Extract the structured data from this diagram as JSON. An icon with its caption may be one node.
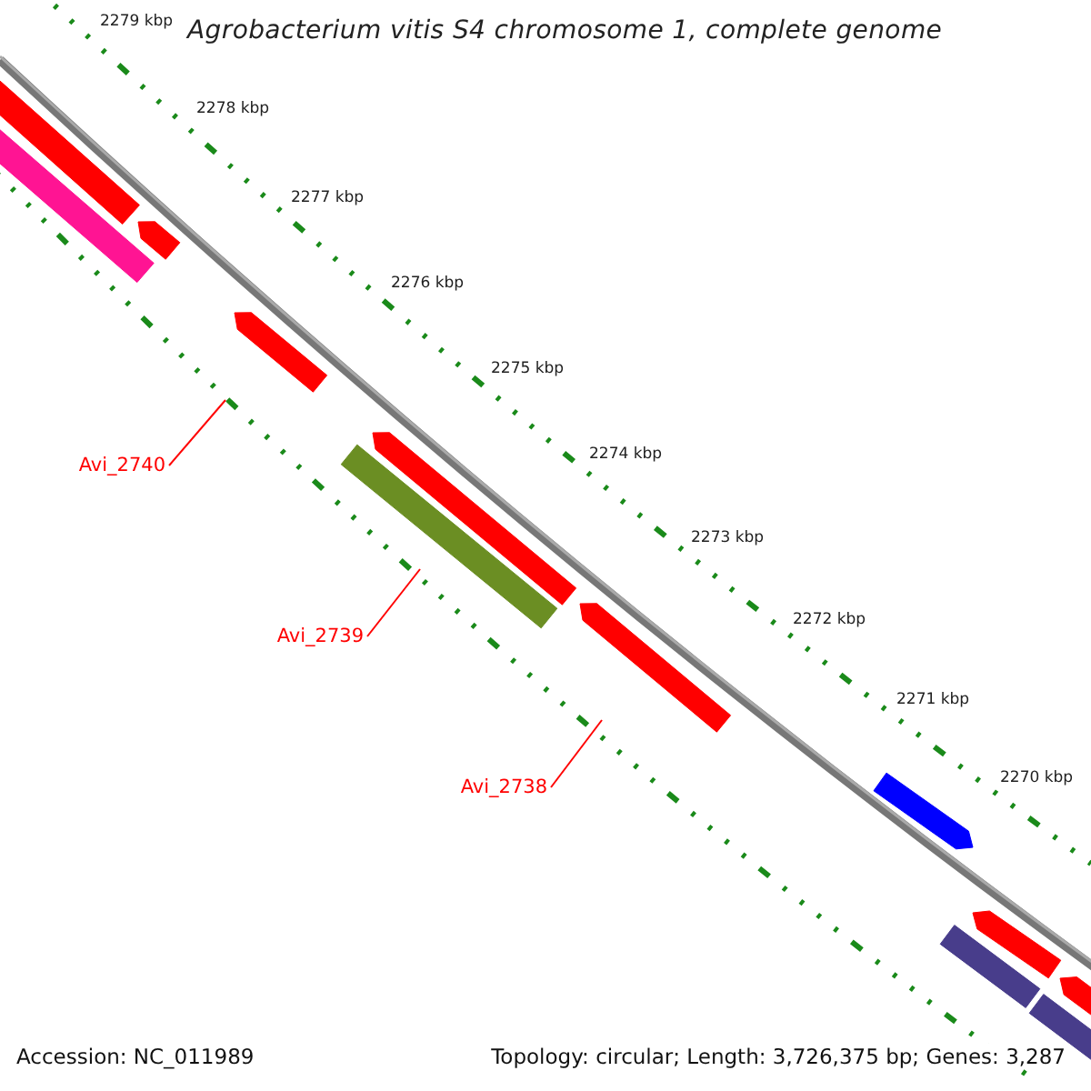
{
  "diagram": {
    "title": "Agrobacterium vitis S4 chromosome 1, complete genome",
    "nodes": [
      {
        "text": [
          "Avi_2740"
        ]
      },
      {
        "text": [
          "Avi_2739"
        ]
      },
      {
        "text": [
          "Avi_2738"
        ]
      }
    ],
    "edges": [
      {
        "from": 0,
        "to": null,
        "arrow": "none"
      },
      {
        "from": 1,
        "to": null,
        "arrow": "none"
      },
      {
        "from": 2,
        "to": null,
        "arrow": "none"
      }
    ],
    "labels": [
      "2279 kbp",
      "2278 kbp",
      "2277 kbp",
      "2276 kbp",
      "2275 kbp",
      "2274 kbp",
      "2273 kbp",
      "2272 kbp",
      "2271 kbp",
      "2270 kbp",
      "Accession: NC_011989",
      "Topology: circular; Length: 3,726,375 bp; Genes: 3,287"
    ]
  }
}
